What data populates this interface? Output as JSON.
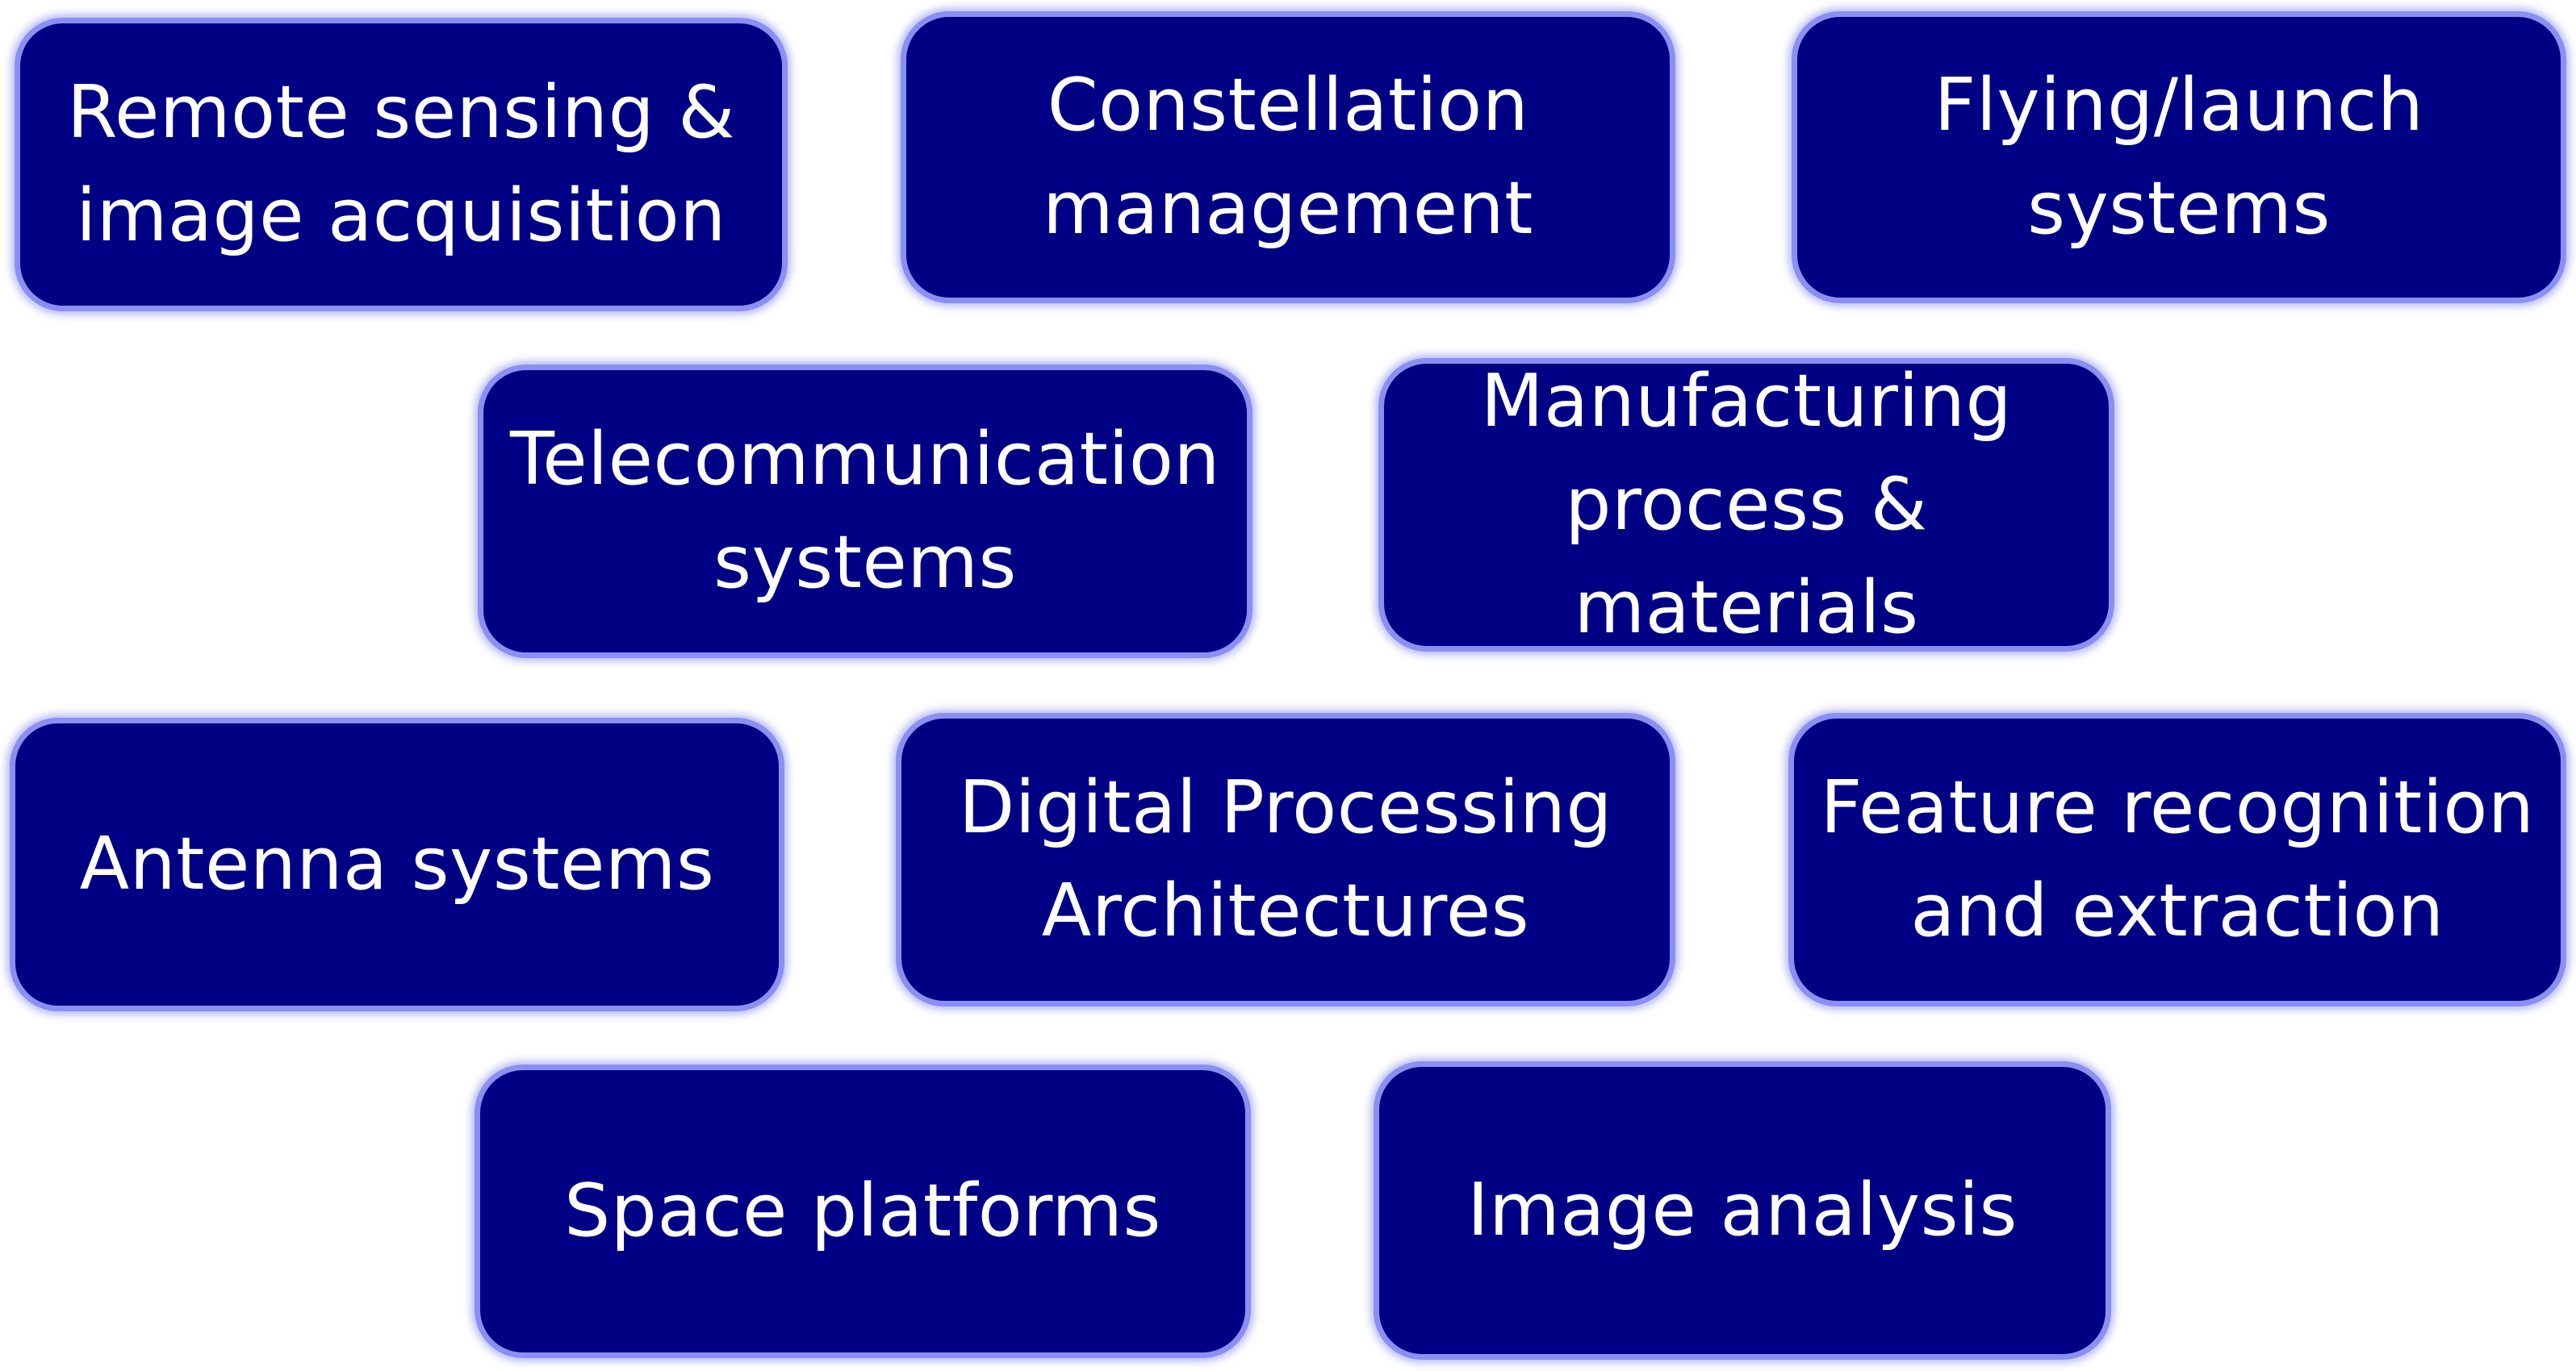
{
  "diagram": {
    "tiles": [
      "Remote sensing &\nimage acquisition",
      "Constellation\nmanagement",
      "Flying/launch\nsystems",
      "Telecommunication\nsystems",
      "Manufacturing\nprocess & materials",
      "Antenna systems",
      "Digital Processing\nArchitectures",
      "Feature recognition\nand extraction",
      "Space platforms",
      "Image analysis"
    ],
    "colors": {
      "tile_fill": "#000085",
      "tile_border": "#8a8ff2",
      "text": "#ffffff"
    }
  }
}
